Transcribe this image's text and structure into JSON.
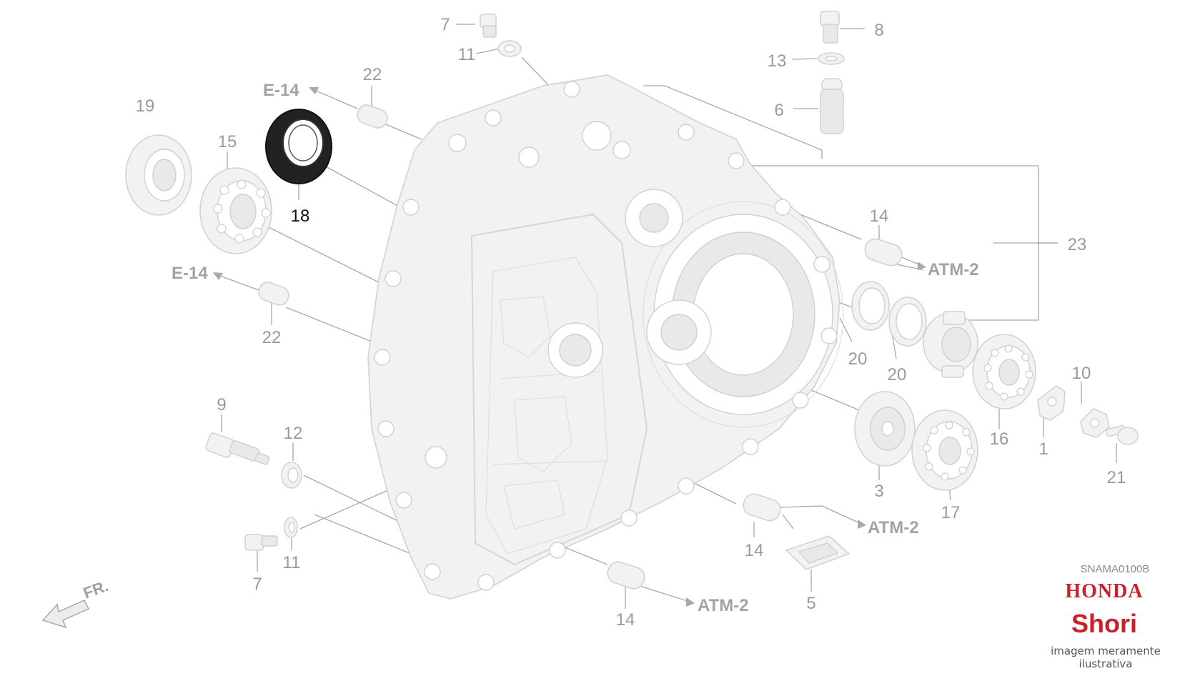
{
  "diagram": {
    "code": "SNAMA0100B",
    "direction_label": "FR.",
    "ref_labels": {
      "e14_top": "E-14",
      "e14_left": "E-14",
      "atm2_right": "ATM-2",
      "atm2_mid": "ATM-2",
      "atm2_bottom": "ATM-2"
    },
    "callouts": {
      "p1": "1",
      "p3": "3",
      "p5": "5",
      "p6": "6",
      "p7_top": "7",
      "p7_bottom": "7",
      "p8": "8",
      "p9": "9",
      "p10": "10",
      "p11_top": "11",
      "p11_bottom": "11",
      "p12": "12",
      "p13": "13",
      "p14_right": "14",
      "p14_mid": "14",
      "p14_bottom": "14",
      "p15": "15",
      "p16": "16",
      "p17": "17",
      "p18": "18",
      "p19": "19",
      "p20_a": "20",
      "p20_b": "20",
      "p21": "21",
      "p22_top": "22",
      "p22_left": "22",
      "p23": "23"
    },
    "highlighted_part": "18"
  },
  "branding": {
    "brand": "HONDA",
    "dealer": "Shori",
    "disclaimer": "imagem meramente ilustrativa"
  },
  "colors": {
    "part_fill": "#f2f2f2",
    "callout_gray": "#9a9a9a",
    "highlight_part": "#1e1e1e",
    "brand_red": "#cc1f2d"
  }
}
